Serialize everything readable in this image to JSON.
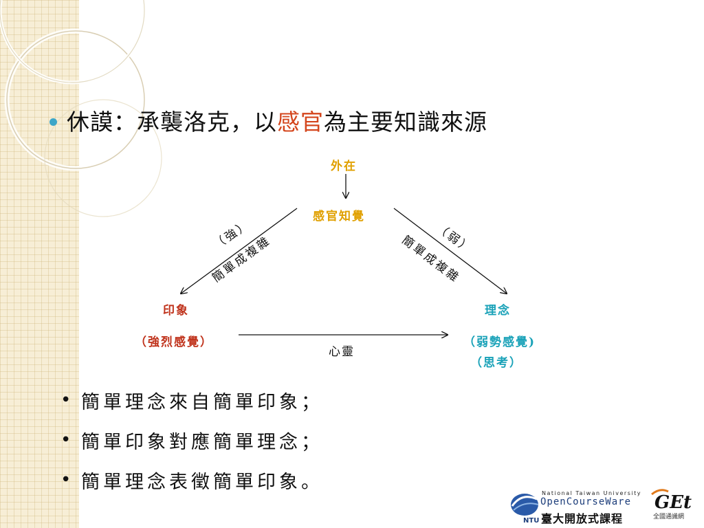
{
  "title": {
    "pre": "休謨：承襲洛克，以",
    "highlight": "感官",
    "post": "為主要知識來源"
  },
  "diagram": {
    "external": "外在",
    "sense": "感官知覺",
    "strong_paren": "（強）",
    "weak_paren": "（弱）",
    "simple_complex": "簡單成複雜",
    "impression": "印象",
    "impression_desc": "（強烈感覺）",
    "idea": "理念",
    "idea_desc": "（弱勢感覺)",
    "thinking": "（思考）",
    "mind": "心靈"
  },
  "bullets": [
    "簡單理念來自簡單印象；",
    "簡單印象對應簡單理念；",
    "簡單理念表徵簡單印象。"
  ],
  "bullet_symbol": "•",
  "logos": {
    "ntu_en": "National Taiwan University",
    "ntu_ocw": "OpenCourseWare",
    "ntu_zh": "臺大開放式課程",
    "ntu_abbr": "NTU",
    "get_mark": "GEt",
    "get_zh": "全國通識網"
  },
  "colors": {
    "accent_gold": "#e0a000",
    "accent_red": "#c0341d",
    "accent_teal": "#1aa2b8",
    "title_highlight": "#d4461d",
    "bullet_blue": "#3da6c8"
  }
}
